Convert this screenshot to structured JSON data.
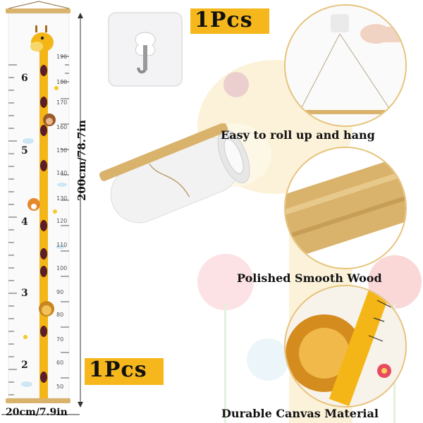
{
  "chart": {
    "cm_labels": [
      "190",
      "180",
      "170",
      "160",
      "150",
      "140",
      "130",
      "120",
      "110",
      "100",
      "90",
      "80",
      "70",
      "60",
      "50"
    ],
    "feet_labels": [
      "6",
      "5",
      "4",
      "3",
      "2"
    ]
  },
  "dimensions": {
    "height_text": "200cm/78.7in",
    "width_text": "20cm/7.9in"
  },
  "badges": {
    "top": "1Pcs",
    "bottom": "1Pcs"
  },
  "features": [
    {
      "caption": "Easy to roll up and hang",
      "icon": "hanging-hand-icon"
    },
    {
      "caption": "Polished Smooth Wood",
      "icon": "wood-rod-icon"
    },
    {
      "caption": "Durable Canvas Material",
      "icon": "canvas-lion-icon"
    }
  ],
  "colors": {
    "accent": "#f5b71c",
    "giraffe": "#f4b616",
    "spot": "#5a1e2a",
    "wood": "#d9b26b"
  }
}
